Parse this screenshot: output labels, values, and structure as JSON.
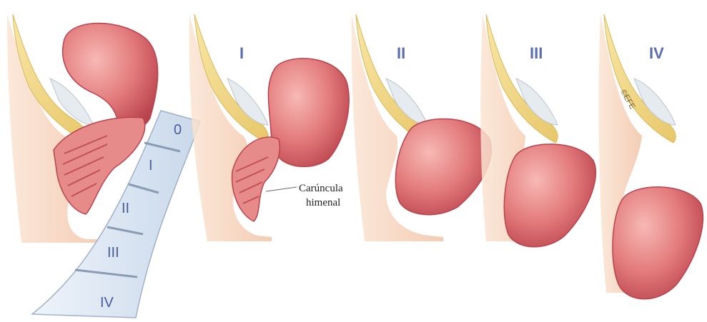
{
  "stage_headings": [
    "I",
    "II",
    "III",
    "IV"
  ],
  "scale_labels": [
    "0",
    "I",
    "II",
    "III",
    "IV"
  ],
  "annotation": {
    "line1": "Carúncula",
    "line2": "himenal"
  },
  "copyright": "©EFE",
  "colors": {
    "fat": "#f3dc8c",
    "fat_dark": "#d9b85a",
    "skin": "#f6d2b8",
    "organ": "#e37a7c",
    "organ_dark": "#c24f57",
    "organ_light": "#f2a8a6",
    "bone": "#e6ebef",
    "scale_fill": "#dbe6f3",
    "scale_edge": "#9fb1c9",
    "heading": "#5b6fb0"
  }
}
